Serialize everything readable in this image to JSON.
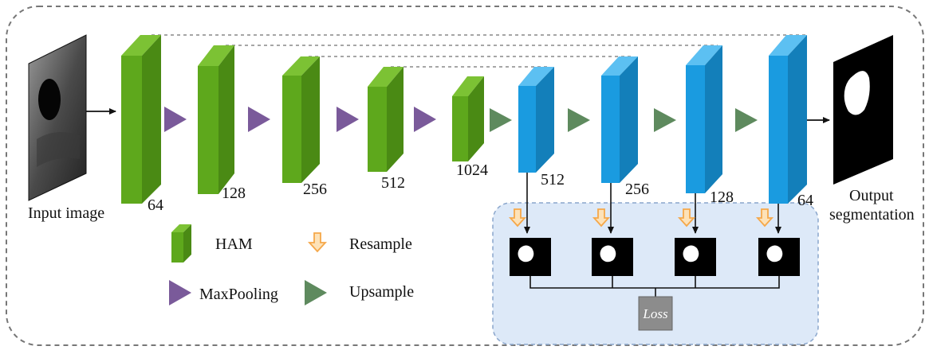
{
  "labels": {
    "input_image": "Input image",
    "output_line1": "Output",
    "output_line2": "segmentation",
    "loss": "Loss"
  },
  "encoder_channels": [
    "64",
    "128",
    "256",
    "512",
    "1024"
  ],
  "decoder_channels": [
    "512",
    "256",
    "128",
    "64"
  ],
  "legend": {
    "ham": "HAM",
    "maxpooling": "MaxPooling",
    "resample": "Resample",
    "upsample": "Upsample"
  },
  "colors": {
    "ham_block": "#5ea81c",
    "decoder_block": "#1a9be0",
    "maxpooling": "#7a5a9a",
    "upsample": "#5e8a5e",
    "resample_arrow": "#f5a84a",
    "loss_box": "#8c8c8c",
    "supervision_panel": "#dde9f8"
  },
  "icons": {
    "ham": "green-cuboid-icon",
    "maxpooling": "purple-triangle-icon",
    "resample": "orange-down-arrow-icon",
    "upsample": "green-triangle-icon"
  }
}
